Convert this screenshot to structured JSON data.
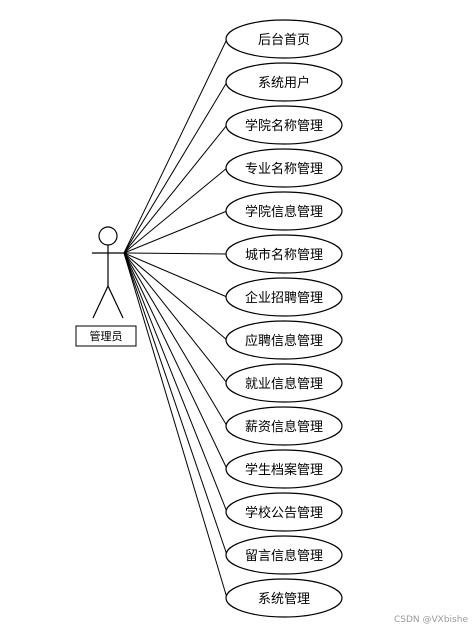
{
  "actor": {
    "label": "管理员"
  },
  "use_cases": [
    {
      "label": "后台首页"
    },
    {
      "label": "系统用户"
    },
    {
      "label": "学院名称管理"
    },
    {
      "label": "专业名称管理"
    },
    {
      "label": "学院信息管理"
    },
    {
      "label": "城市名称管理"
    },
    {
      "label": "企业招聘管理"
    },
    {
      "label": "应聘信息管理"
    },
    {
      "label": "就业信息管理"
    },
    {
      "label": "薪资信息管理"
    },
    {
      "label": "学生档案管理"
    },
    {
      "label": "学校公告管理"
    },
    {
      "label": "留言信息管理"
    },
    {
      "label": "系统管理"
    }
  ],
  "watermark": "CSDN @VXbishe",
  "colors": {
    "stroke": "#000000",
    "background": "#ffffff",
    "watermark": "#9a9a9a"
  }
}
